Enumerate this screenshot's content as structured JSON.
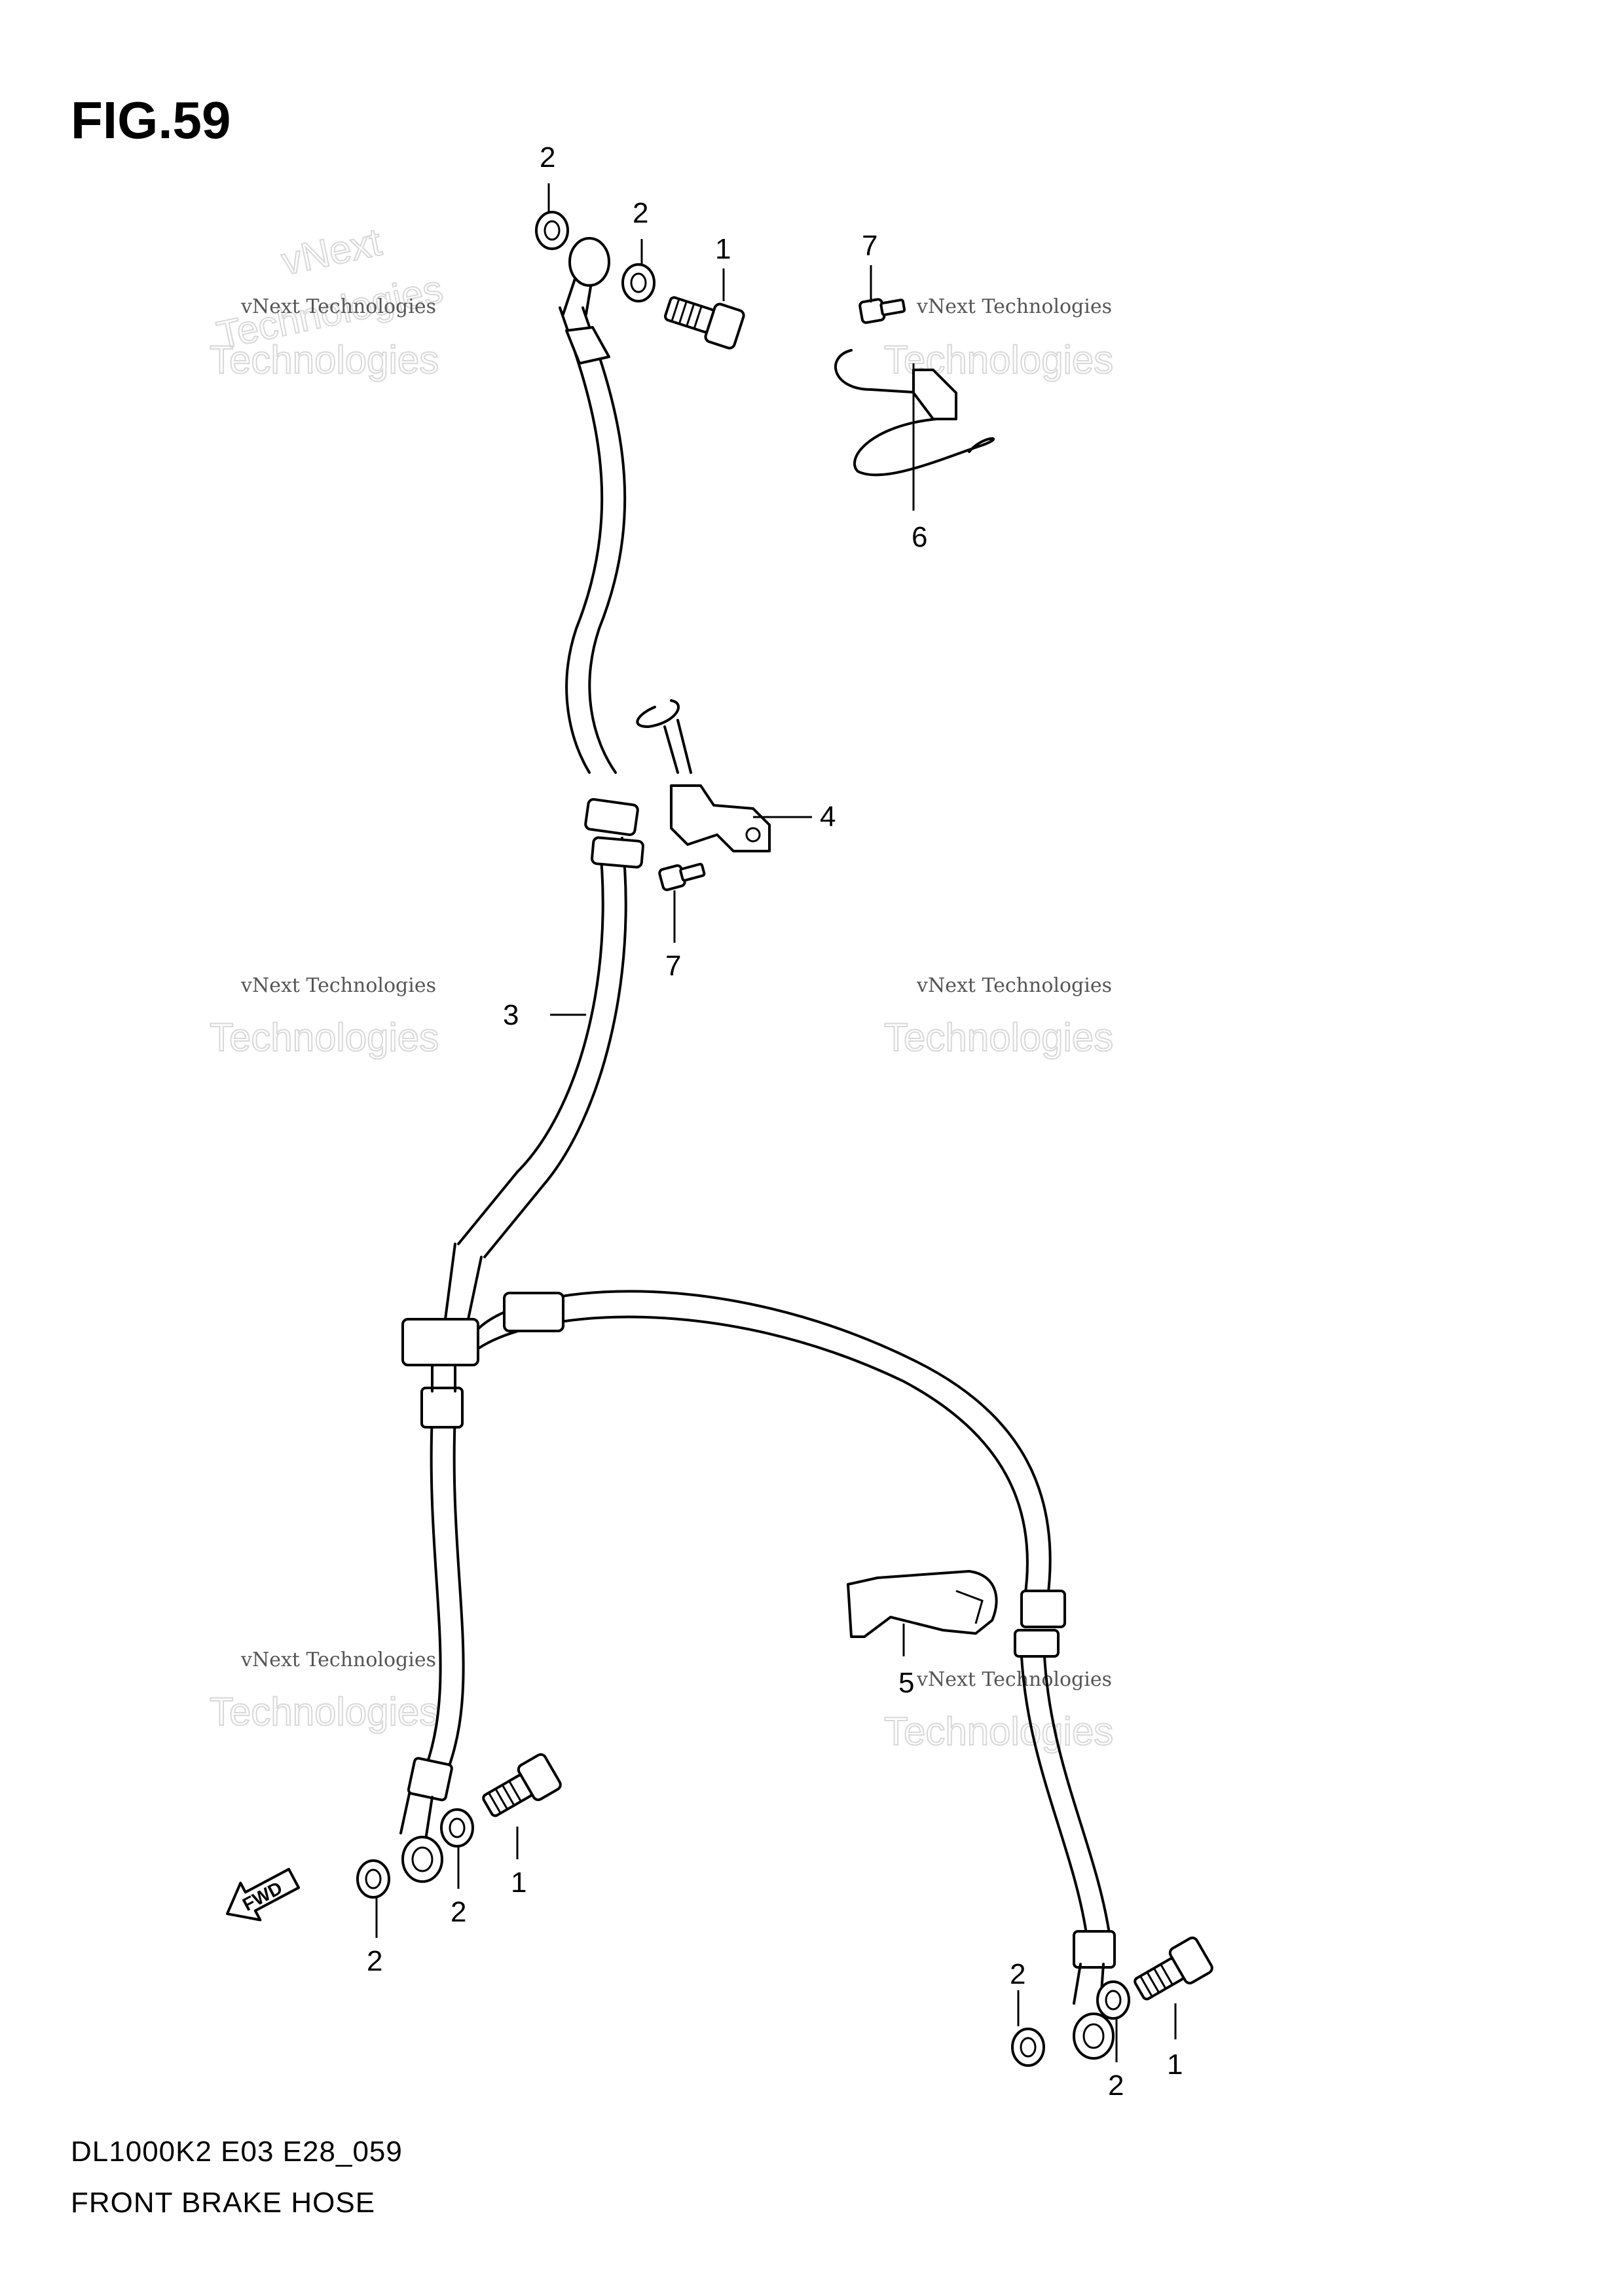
{
  "figure": {
    "title": "FIG.59"
  },
  "footer": {
    "model_code": "DL1000K2 E03 E28_059",
    "caption": "FRONT BRAKE HOSE"
  },
  "watermark": {
    "line1": "vNext Technologies",
    "line2": "Technologies",
    "line3": "vNext"
  },
  "fwd_label": "FWD",
  "callouts": [
    "1",
    "2",
    "3",
    "4",
    "5",
    "6",
    "7"
  ]
}
